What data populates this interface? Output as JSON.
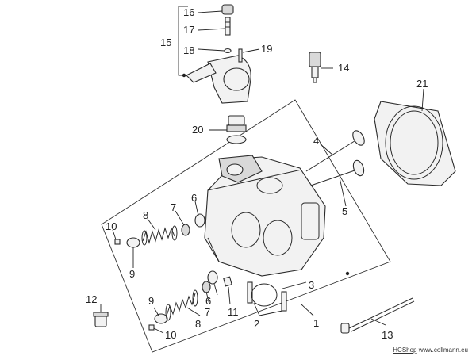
{
  "callouts": {
    "c1": "1",
    "c2": "2",
    "c3": "3",
    "c4": "4",
    "c5": "5",
    "c6a": "6",
    "c6b": "6",
    "c7a": "7",
    "c7b": "7",
    "c8a": "8",
    "c8b": "8",
    "c9a": "9",
    "c9b": "9",
    "c10a": "10",
    "c10b": "10",
    "c11": "11",
    "c12": "12",
    "c13": "13",
    "c14": "14",
    "c15": "15",
    "c16": "16",
    "c17": "17",
    "c18": "18",
    "c19": "19",
    "c20": "20",
    "c21": "21"
  },
  "watermark": {
    "shop": "HCShop",
    "site": "www.collmann.eu"
  },
  "colors": {
    "ink": "#222222",
    "part_fill": "#f2f2f2",
    "background": "#ffffff"
  }
}
